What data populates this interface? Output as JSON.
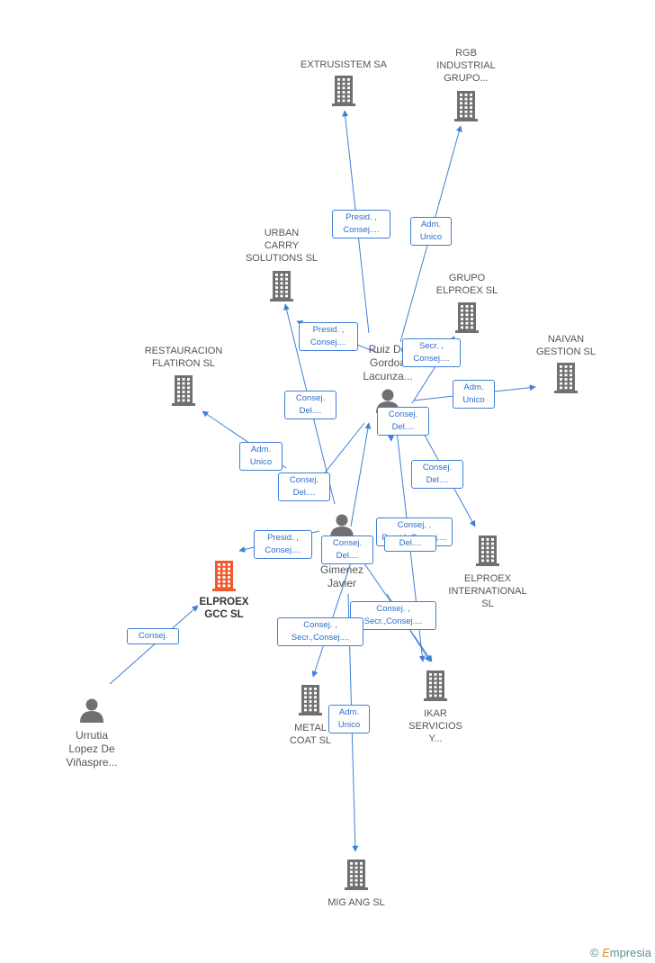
{
  "colors": {
    "node": "#707070",
    "focus": "#ef5a2c",
    "edge": "#3f7fd6"
  },
  "companies": [
    {
      "id": "extrusistem",
      "label": "EXTRUSISTEM SA"
    },
    {
      "id": "rgb",
      "label": "RGB\nINDUSTRIAL\nGRUPO..."
    },
    {
      "id": "urban",
      "label": "URBAN\nCARRY\nSOLUTIONS SL"
    },
    {
      "id": "grupo_elproex",
      "label": "GRUPO\nELPROEX  SL"
    },
    {
      "id": "naivan",
      "label": "NAIVAN\nGESTION SL"
    },
    {
      "id": "restauracion",
      "label": "RESTAURACION\nFLATIRON SL"
    },
    {
      "id": "elproex_gcc",
      "label": "ELPROEX\nGCC  SL",
      "focus": true
    },
    {
      "id": "elproex_int",
      "label": "ELPROEX\nINTERNATIONAL\nSL"
    },
    {
      "id": "metal_coat",
      "label": "METAL\nCOAT  SL"
    },
    {
      "id": "ikar",
      "label": "IKAR\nSERVICIOS\nY..."
    },
    {
      "id": "mig_ang",
      "label": "MIG ANG SL"
    }
  ],
  "persons": [
    {
      "id": "ruiz",
      "label": "Ruiz De\nGordoa\nLacunza..."
    },
    {
      "id": "gimenez",
      "label": "Gimenez\nJavier"
    },
    {
      "id": "urrutia",
      "label": "Urrutia\nLopez De\nViñaspre..."
    }
  ],
  "edge_labels": [
    "Presid. ,\nConsej....",
    "Adm.\nUnico",
    "Presid. ,\nConsej....",
    "Secr. ,\nConsej....",
    "Adm.\nUnico",
    "Consej.\nDel....",
    "Consej.\nDel....",
    "Adm.\nUnico",
    "Consej.\nDel....",
    "Consej.\nDel....",
    "Presid. ,\nConsej....",
    "Consej.\nDel....",
    "Consej. ,\nPresid.,Consej....",
    "Del....",
    "Consej. ,\nSecr.,Consej....",
    "Consej. ,\nSecr.,Consej....",
    "Adm.\nUnico",
    "Consej."
  ],
  "footer": {
    "copyright": "©",
    "brand_initial": "E",
    "brand_rest": "mpresia"
  }
}
